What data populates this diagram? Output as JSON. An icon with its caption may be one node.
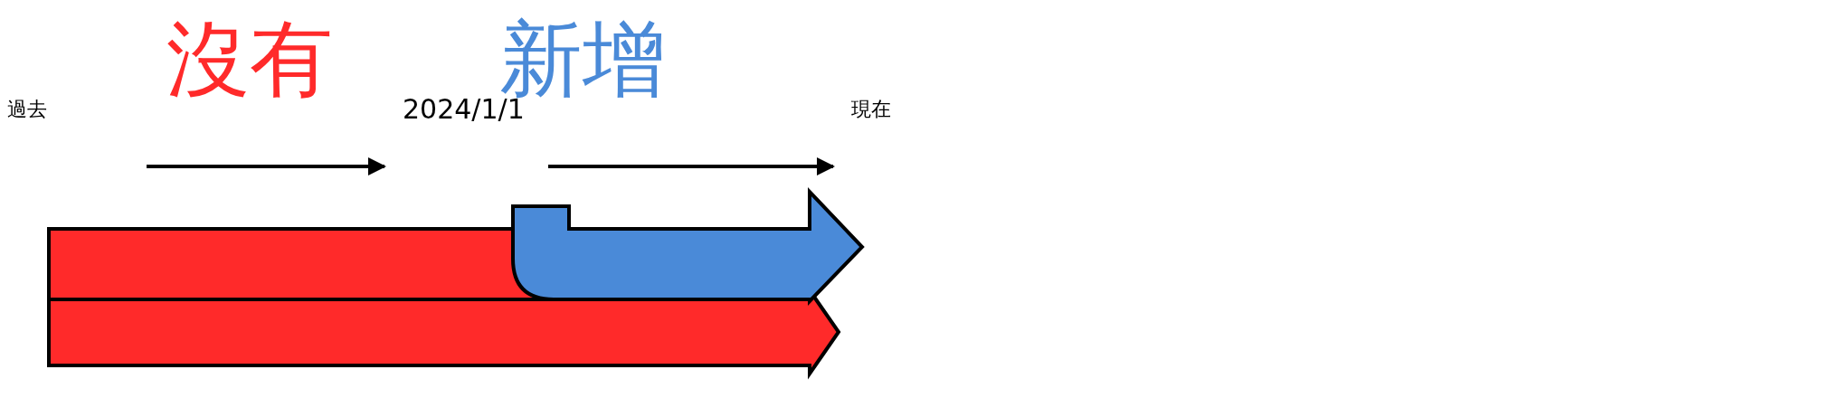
{
  "diagram": {
    "nodes": [
      {
        "text": [
          "過去"
        ]
      },
      {
        "text": [
          "2024/1/1"
        ]
      },
      {
        "text": [
          "現在"
        ]
      }
    ],
    "edges": [
      {
        "from": 0,
        "to": 1,
        "arrow": "to"
      },
      {
        "from": 1,
        "to": 2,
        "arrow": "to"
      }
    ],
    "labels": [
      "沒有",
      "新增"
    ]
  }
}
